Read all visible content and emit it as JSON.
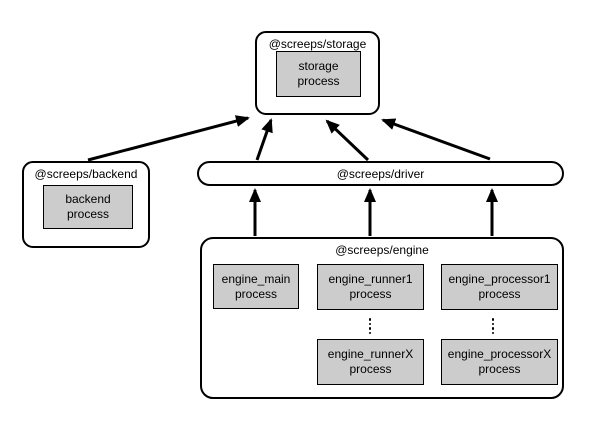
{
  "diagram": {
    "nodes": {
      "storage": {
        "title": "@screeps/storage",
        "processes": [
          {
            "line1": "storage",
            "line2": "process"
          }
        ]
      },
      "backend": {
        "title": "@screeps/backend",
        "processes": [
          {
            "line1": "backend",
            "line2": "process"
          }
        ]
      },
      "driver": {
        "title": "@screeps/driver"
      },
      "engine": {
        "title": "@screeps/engine",
        "processes": [
          {
            "line1": "engine_main",
            "line2": "process"
          },
          {
            "line1": "engine_runner1",
            "line2": "process"
          },
          {
            "line1": "engine_processor1",
            "line2": "process"
          },
          {
            "line1": "engine_runnerX",
            "line2": "process"
          },
          {
            "line1": "engine_processorX",
            "line2": "process"
          }
        ]
      }
    },
    "edges": [
      {
        "from": "@screeps/backend",
        "to": "@screeps/storage"
      },
      {
        "from": "@screeps/driver",
        "to": "@screeps/storage"
      },
      {
        "from": "@screeps/driver",
        "to": "@screeps/storage"
      },
      {
        "from": "@screeps/driver",
        "to": "@screeps/storage"
      },
      {
        "from": "@screeps/engine",
        "to": "@screeps/driver"
      },
      {
        "from": "@screeps/engine",
        "to": "@screeps/driver"
      },
      {
        "from": "@screeps/engine",
        "to": "@screeps/driver"
      }
    ],
    "colors": {
      "process_fill": "#cccccc",
      "line": "#000000",
      "background": "#ffffff"
    }
  }
}
